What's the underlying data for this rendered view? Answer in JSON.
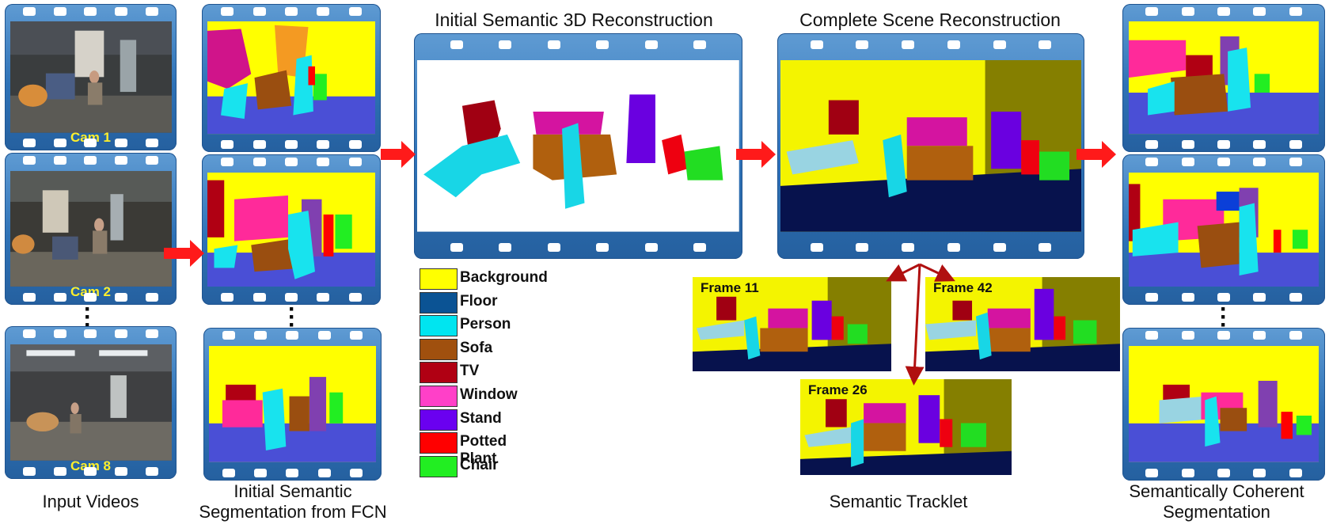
{
  "titles": {
    "initial_recon": "Initial Semantic 3D Reconstruction",
    "complete_recon": "Complete Scene Reconstruction"
  },
  "captions": {
    "input": "Input Videos",
    "fcn_line1": "Initial Semantic",
    "fcn_line2": "Segmentation from FCN",
    "tracklet": "Semantic Tracklet",
    "coherent_line1": "Semantically Coherent",
    "coherent_line2": "Segmentation"
  },
  "cameras": [
    "Cam 1",
    "Cam 2",
    "Cam 8"
  ],
  "frames": [
    "Frame 11",
    "Frame 42",
    "Frame 26"
  ],
  "legend": [
    {
      "label": "Background",
      "color": "#ffff00"
    },
    {
      "label": "Floor",
      "color": "#0b5394"
    },
    {
      "label": "Person",
      "color": "#00e5f0"
    },
    {
      "label": "Sofa",
      "color": "#a0500e"
    },
    {
      "label": "TV",
      "color": "#b00013"
    },
    {
      "label": "Window",
      "color": "#ff40c8"
    },
    {
      "label": "Stand",
      "color": "#6a00f0"
    },
    {
      "label": "Potted Plant",
      "color": "#ff0000"
    },
    {
      "label": "Chair",
      "color": "#22ee22"
    }
  ],
  "colors": {
    "film": "#2e72b7",
    "arrow": "#ff1a1a",
    "link_arrow": "#b01010",
    "floor_blue": "#4a4fd6",
    "scene_floor": "#07124d",
    "scene_wall": "#f4f400",
    "scene_wall_right": "#857f00"
  }
}
